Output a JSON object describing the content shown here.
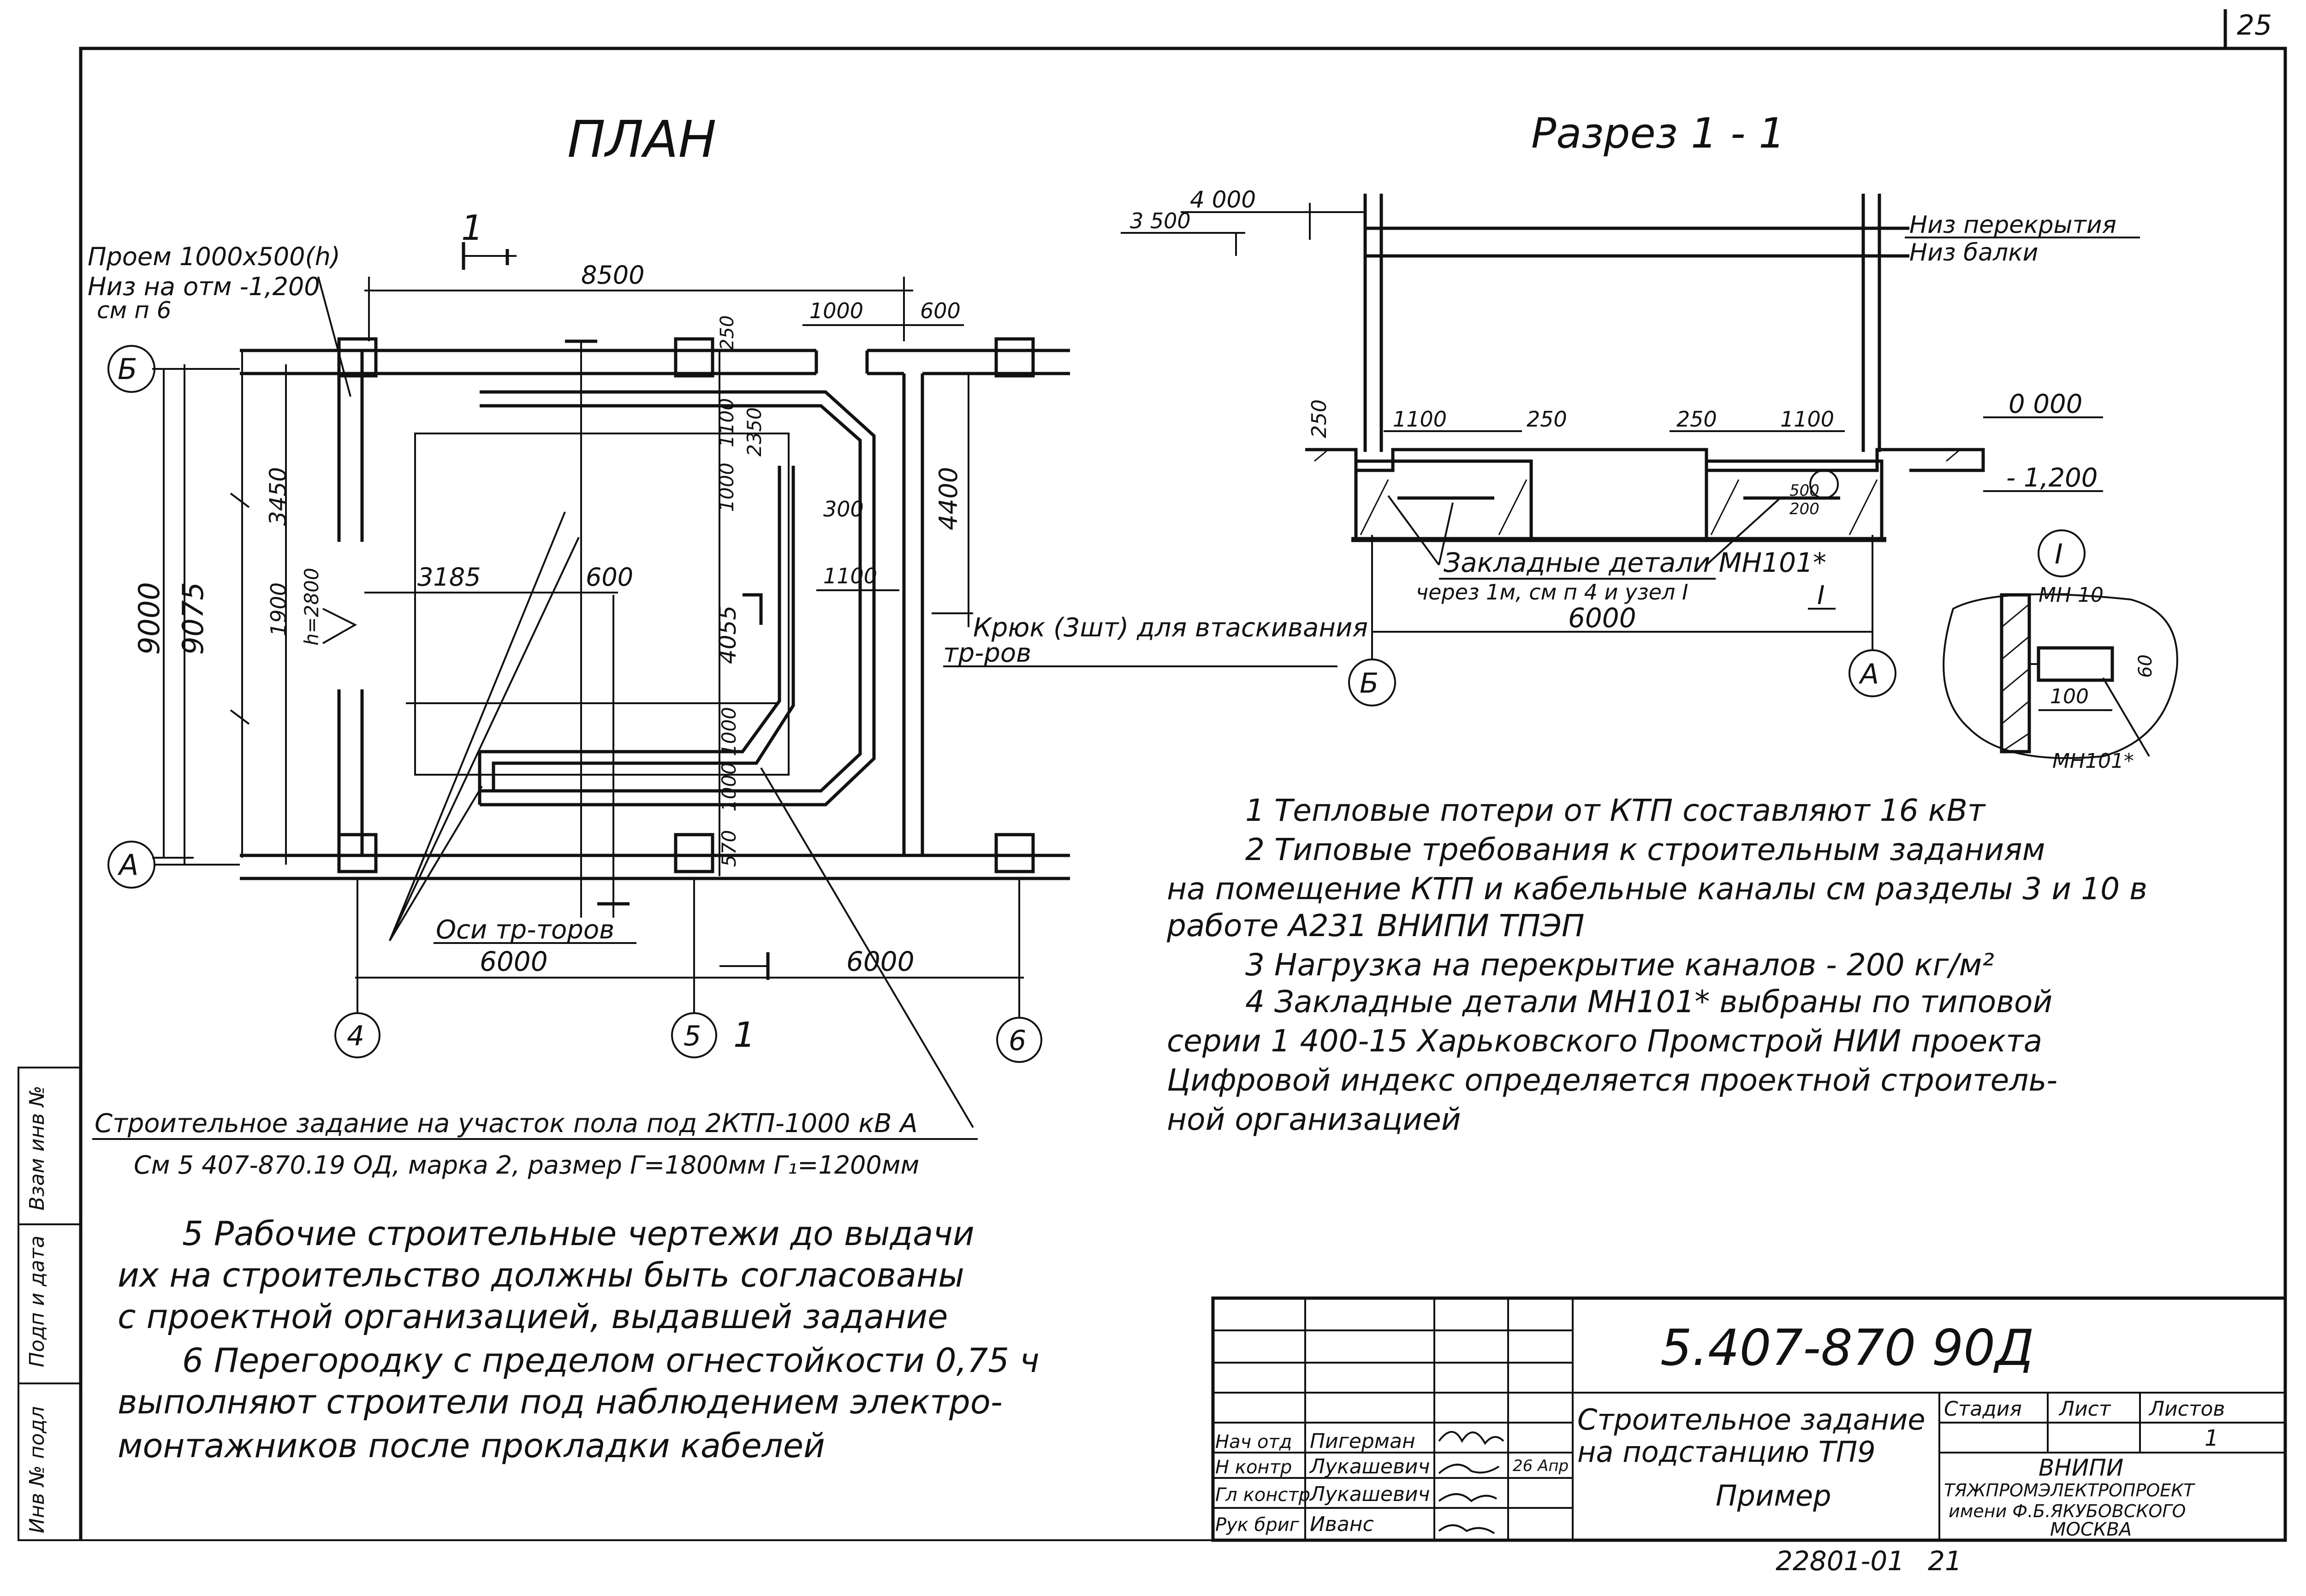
{
  "plan": {
    "title": "ПЛАН",
    "opening_note": [
      "Проем 1000х500(h)",
      "Низ на отм -1,200",
      "см п 6"
    ],
    "section_mark": "1",
    "axes": {
      "b": "Б",
      "a": "А",
      "ax4": "4",
      "ax5": "5",
      "ax6": "6"
    },
    "dims": {
      "d8500": "8500",
      "d1000": "1000",
      "d600": "600",
      "d250": "250",
      "d1100": "1100",
      "d2350": "2350",
      "d4400": "4400",
      "d3450": "3450",
      "d1000b": "1000",
      "d300": "300",
      "d1100b": "1100",
      "d3185": "3185",
      "d600b": "600",
      "d4055": "4055",
      "d9000": "9000",
      "d9075": "9075",
      "d1900": "1900",
      "h2800": "h=2800",
      "d1000c": "1000",
      "d1000d": "1000",
      "d570": "570",
      "d6000a": "6000",
      "d6000b": "6000"
    },
    "hook_note": [
      "Крюк (3шт) для втаскивания",
      "тр-ров"
    ],
    "axis_note": "Оси тр-торов"
  },
  "section": {
    "title": "Разрез 1 - 1",
    "labels": {
      "d4000": "4 000",
      "d3500": "3 500",
      "floor_bottom": "Низ перекрытия",
      "beam_bottom": "Низ балки",
      "d0000": "0 000",
      "dm1200": "- 1,200",
      "d250a": "250",
      "d1100a": "1100",
      "d250b": "250",
      "d250c": "250",
      "d1100b": "1100",
      "d500": "500",
      "d200": "200",
      "embed": "Закладные детали МН101*",
      "embed2": "через 1м, см п 4 и узел I",
      "node_mark": "I",
      "d6000": "6000",
      "axis_b": "Б",
      "axis_a": "А"
    }
  },
  "node": {
    "mark": "I",
    "mn110": "МН 10",
    "d60": "60",
    "d100": "100",
    "mn101": "МН101*"
  },
  "notes": [
    "1 Тепловые потери от КТП составляют 16 кВт",
    "2 Типовые требования к строительным заданиям",
    "на помещение КТП и кабельные каналы см разделы 3 и 10 в",
    "работе А231 ВНИПИ ТПЭП",
    "3 Нагрузка на перекрытие каналов - 200 кг/м²",
    "4 Закладные детали МН101* выбраны по типовой",
    "серии 1 400-15 Харьковского Промстрой НИИ проекта",
    "Цифровой индекс определяется проектной строитель-",
    "ной организацией"
  ],
  "assignment": {
    "title": "Строительное задание на участок пола под 2КТП-1000 кВ А",
    "ref": "См 5 407-870.19 ОД, марка 2, размер Г=1800мм Г₁=1200мм"
  },
  "notes_lower": [
    "5 Рабочие строительные чертежи до выдачи",
    "их на строительство должны быть согласованы",
    "с проектной организацией, выдавшей задание",
    "6 Перегородку с пределом огнестойкости 0,75 ч",
    "выполняют строители под наблюдением электро-",
    "монтажников после прокладки кабелей"
  ],
  "side_stamp": [
    "Взам инв №",
    "Подп и дата",
    "Инв № подл"
  ],
  "title_block": {
    "code": "5.407-870 90Д",
    "roles": [
      "Нач отд",
      "Н контр",
      "Гл констр",
      "Рук бриг"
    ],
    "names": [
      "Пигерман",
      "Лукашевич",
      "Лукашевич",
      "Иванс"
    ],
    "date": "26 Апр",
    "doc_title": [
      "Строительное задание",
      "на подстанцию ТП9"
    ],
    "doc_sub": "Пример",
    "stage_h": "Стадия",
    "sheet_h": "Лист",
    "sheets_h": "Листов",
    "sheets_v": "1",
    "org": [
      "ВНИПИ",
      "ТЯЖПРОМЭЛЕКТРОПРОЕКТ",
      "имени Ф.Б.ЯКУБОВСКОГО",
      "МОСКВА"
    ]
  },
  "footer": {
    "doc_num": "22801-01",
    "page": "21"
  },
  "corner": "25"
}
